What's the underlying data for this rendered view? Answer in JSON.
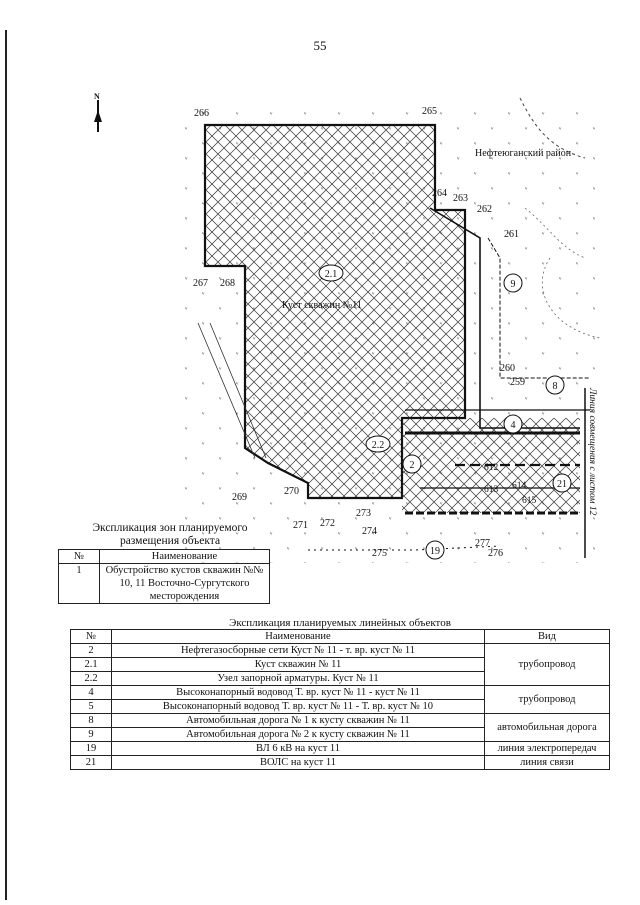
{
  "page_number": "55",
  "map": {
    "north_label": "N",
    "district_label": "Нефтеюганский район",
    "cluster_label": "Куст скважин №11",
    "sheet_match_label": "Линия совмещения с листом 12",
    "points": [
      "266",
      "265",
      "264",
      "263",
      "262",
      "261",
      "267",
      "268",
      "260",
      "259",
      "269",
      "270",
      "271",
      "272",
      "273",
      "274",
      "275",
      "276",
      "277"
    ],
    "object_labels": [
      "2.1",
      "9",
      "8",
      "4",
      "2.2",
      "2",
      "21",
      "19"
    ],
    "line_labels": [
      "612",
      "613",
      "614",
      "615"
    ]
  },
  "zones": {
    "caption": "Экспликация зон планируемого размещения объекта",
    "headers": [
      "№",
      "Наименование"
    ],
    "rows": [
      [
        "1",
        "Обустройство кустов скважин №№ 10, 11 Восточно-Сургутского месторождения"
      ]
    ]
  },
  "linear": {
    "caption": "Экспликация планируемых линейных объектов",
    "headers": [
      "№",
      "Наименование",
      "Вид"
    ],
    "rows": [
      {
        "num": "2",
        "name": "Нефтегазосборные сети Куст № 11 - т. вр. куст № 11"
      },
      {
        "num": "2.1",
        "name": "Куст скважин № 11"
      },
      {
        "num": "2.2",
        "name": "Узел запорной арматуры. Куст № 11"
      },
      {
        "num": "4",
        "name": "Высоконапорный водовод Т. вр. куст № 11 - куст № 11"
      },
      {
        "num": "5",
        "name": "Высоконапорный водовод Т. вр. куст № 11 - Т. вр. куст № 10"
      },
      {
        "num": "8",
        "name": "Автомобильная дорога № 1 к кусту скважин № 11"
      },
      {
        "num": "9",
        "name": "Автомобильная дорога № 2 к кусту скважин № 11"
      },
      {
        "num": "19",
        "name": "ВЛ 6 кВ на куст 11"
      },
      {
        "num": "21",
        "name": "ВОЛС на куст 11"
      }
    ],
    "vid_groups": [
      {
        "start": 0,
        "span": 3,
        "label": "трубопровод"
      },
      {
        "start": 3,
        "span": 2,
        "label": "трубопровод"
      },
      {
        "start": 5,
        "span": 2,
        "label": "автомобильная дорога"
      },
      {
        "start": 7,
        "span": 1,
        "label": "линия электропередач"
      },
      {
        "start": 8,
        "span": 1,
        "label": "линия связи"
      }
    ]
  }
}
